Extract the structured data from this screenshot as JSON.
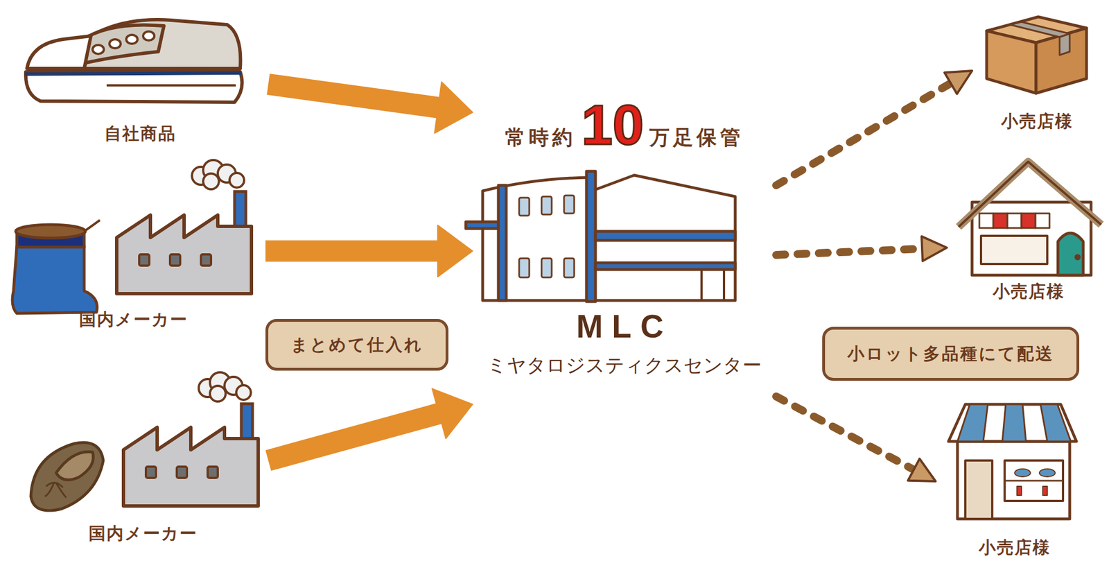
{
  "diagram": {
    "nodes": [
      {
        "text": [
          "自社商品"
        ]
      },
      {
        "text": [
          "国内メーカー"
        ]
      },
      {
        "text": [
          "国内メーカー"
        ]
      },
      {
        "text": [
          "まとめて仕入れ"
        ]
      },
      {
        "text": [
          "常時約",
          "10",
          "万足保管",
          "MLC",
          "ミヤタロジスティクスセンター"
        ]
      },
      {
        "text": [
          "小ロット多品種にて配送"
        ]
      },
      {
        "text": [
          "小売店様"
        ]
      },
      {
        "text": [
          "小売店様"
        ]
      },
      {
        "text": [
          "小売店様"
        ]
      }
    ],
    "edges": [
      {
        "from": 0,
        "to": 4,
        "arrow": "to"
      },
      {
        "from": 1,
        "to": 4,
        "arrow": "to"
      },
      {
        "from": 2,
        "to": 4,
        "arrow": "to"
      },
      {
        "from": 4,
        "to": 6,
        "arrow": "to"
      },
      {
        "from": 4,
        "to": 7,
        "arrow": "to"
      },
      {
        "from": 4,
        "to": 8,
        "arrow": "to"
      }
    ]
  }
}
